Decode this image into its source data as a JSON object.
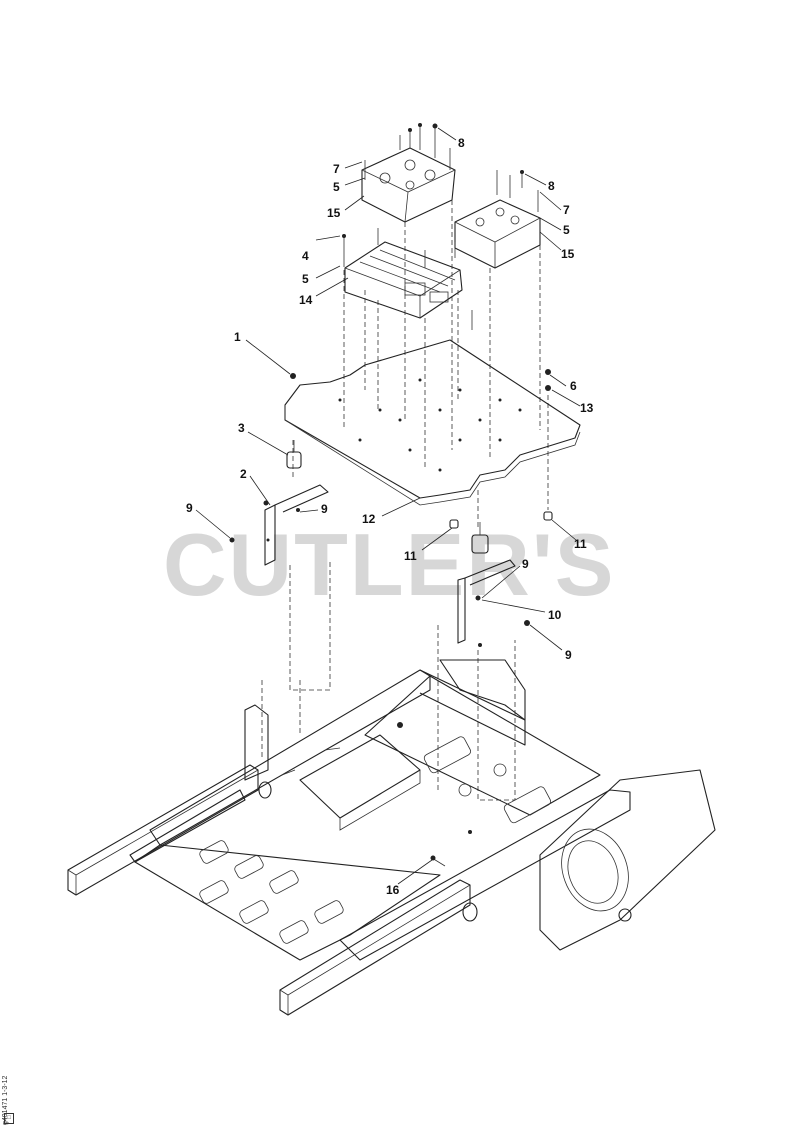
{
  "watermark": "CUTLER'S",
  "doc_id": "g401471 1-3-12",
  "callouts": [
    "1",
    "2",
    "3",
    "4",
    "5",
    "5",
    "5",
    "6",
    "7",
    "7",
    "8",
    "8",
    "9",
    "9",
    "9",
    "9",
    "10",
    "11",
    "11",
    "12",
    "13",
    "14",
    "15",
    "15",
    "16"
  ]
}
